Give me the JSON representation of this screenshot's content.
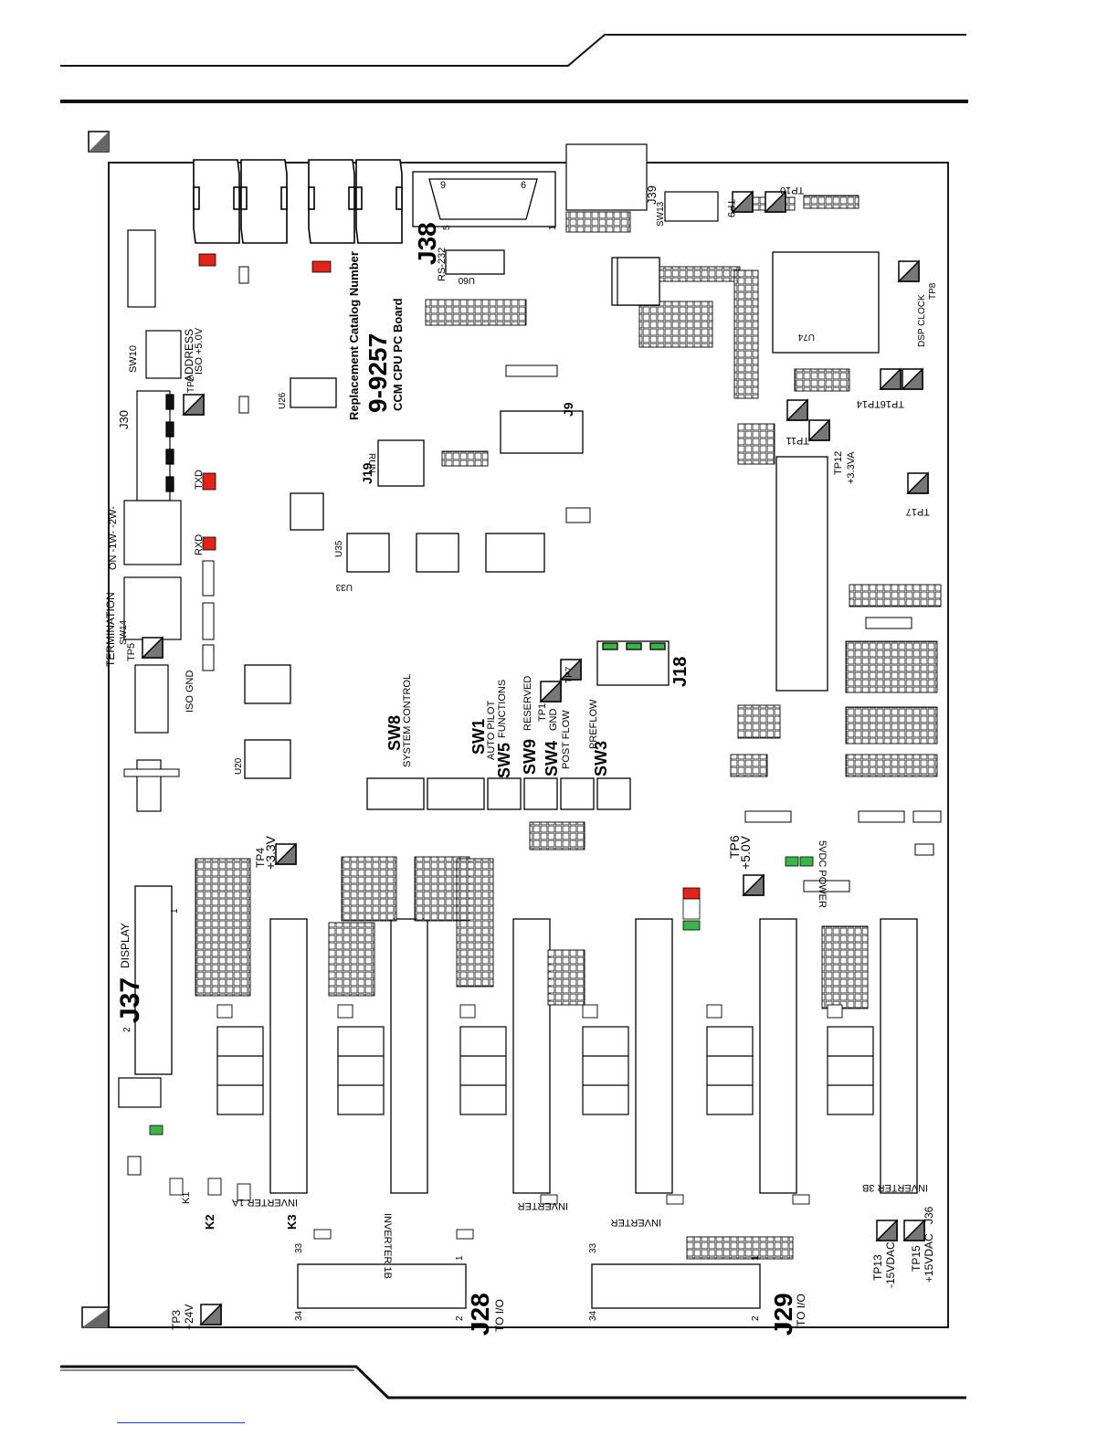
{
  "board": {
    "catalog_label": "Replacement Catalog Number",
    "catalog_number": "9-9257",
    "description": "CCM CPU PC Board",
    "connectors": [
      {
        "id": "J37",
        "label": "J37",
        "sub": "DISPLAY"
      },
      {
        "id": "J38",
        "label": "J38",
        "sub": "RS-232"
      },
      {
        "id": "J28",
        "label": "J28",
        "sub": "TO I/O"
      },
      {
        "id": "J29",
        "label": "J29",
        "sub": "TO I/O"
      },
      {
        "id": "J39",
        "label": "J39"
      },
      {
        "id": "J18",
        "label": "J18"
      },
      {
        "id": "J19",
        "label": "J19"
      },
      {
        "id": "J30",
        "label": "J30"
      },
      {
        "id": "J9",
        "label": "J9"
      },
      {
        "id": "J36",
        "label": "J36"
      }
    ],
    "switches": [
      {
        "id": "SW10",
        "label": "SW10",
        "desc": "ADDRESS"
      },
      {
        "id": "SW14",
        "label": "SW14",
        "desc": "TERMINATION"
      },
      {
        "id": "SW8",
        "label": "SW8",
        "desc": "SYSTEM CONTROL"
      },
      {
        "id": "SW1",
        "label": "SW1",
        "desc": "AUTO PILOT"
      },
      {
        "id": "SW5",
        "label": "SW5",
        "desc": "FUNCTIONS"
      },
      {
        "id": "SW9",
        "label": "SW9",
        "desc": "RESERVED"
      },
      {
        "id": "SW4",
        "label": "SW4",
        "desc": "POST FLOW"
      },
      {
        "id": "SW3",
        "label": "SW3",
        "desc": "PREFLOW"
      },
      {
        "id": "SW13",
        "label": "SW13",
        "desc": ""
      }
    ],
    "test_points": [
      {
        "id": "TP3",
        "label": "TP3",
        "value": "+24V"
      },
      {
        "id": "TP4",
        "label": "TP4",
        "value": "+3.3V"
      },
      {
        "id": "TP6",
        "label": "TP6",
        "value": "+5.0V"
      },
      {
        "id": "TP2",
        "label": "TP2",
        "value": "ISO +5.0V"
      },
      {
        "id": "TP5",
        "label": "TP5",
        "value": "ISO GND"
      },
      {
        "id": "TP1",
        "label": "TP1",
        "value": "GND"
      },
      {
        "id": "TP7",
        "label": "TP7",
        "value": ""
      },
      {
        "id": "TP12",
        "label": "TP12",
        "value": "+3.3VA"
      },
      {
        "id": "TP13",
        "label": "TP13",
        "value": "-15VDAC"
      },
      {
        "id": "TP15",
        "label": "TP15",
        "value": "+15VDAC"
      },
      {
        "id": "TP9",
        "label": "TP9",
        "value": ""
      },
      {
        "id": "TP10",
        "label": "TP10",
        "value": ""
      },
      {
        "id": "TP8",
        "label": "TP8",
        "value": "DSP CLOCK"
      },
      {
        "id": "TP11",
        "label": "TP11",
        "value": ""
      },
      {
        "id": "TP14",
        "label": "TP14",
        "value": ""
      },
      {
        "id": "TP16",
        "label": "TP16",
        "value": ""
      },
      {
        "id": "TP17",
        "label": "TP17",
        "value": ""
      }
    ],
    "texts": {
      "run": "RUN",
      "txd": "TXD",
      "rxd": "RXD",
      "power": "5VDC POWER",
      "inverter_1b": "INVERTER 1B",
      "inverter_1a": "INVERTER 1A",
      "inverter_2": "INVERTER",
      "inverter_3b": "INVERTER 3B",
      "inverter_3": "INVERTER",
      "sw14_opts": "ON -1W- -2W-",
      "k1": "K1",
      "k2": "K2",
      "k3": "K3",
      "u74": "U74",
      "u33": "U33",
      "u20": "U20",
      "u26": "U26",
      "u35": "U35",
      "u60": "U60"
    },
    "pin_labels": {
      "j28_33": "33",
      "j28_34": "34",
      "j28_2": "2",
      "j28_1": "1",
      "j29_33": "33",
      "j29_34": "34",
      "j29_2": "2",
      "j29_1": "1",
      "j37_2": "2",
      "j37_1": "1",
      "j38_9": "9",
      "j38_6": "6",
      "j38_5": "5",
      "j38_1": "1"
    },
    "led_colors": {
      "red": "#e2231a",
      "green": "#3cb44a"
    }
  }
}
